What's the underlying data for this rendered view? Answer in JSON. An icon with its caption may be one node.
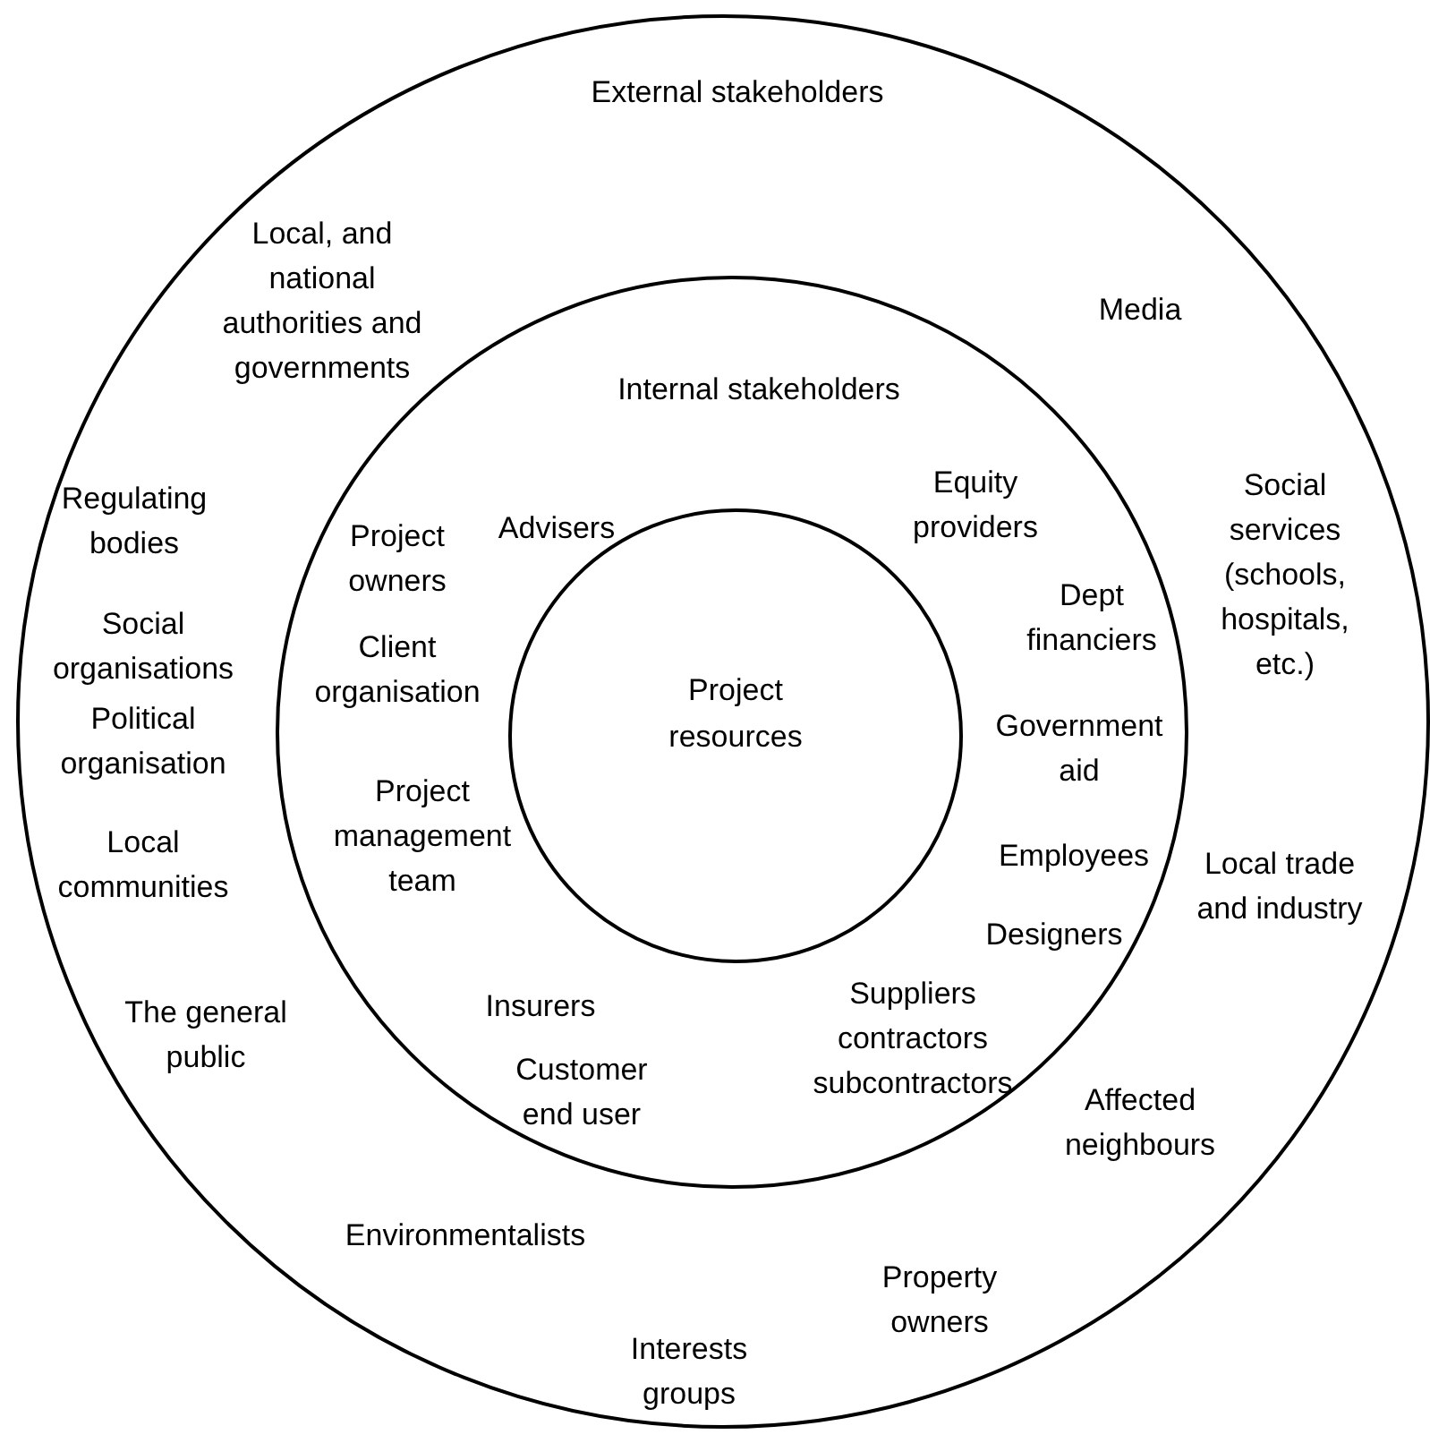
{
  "diagram": {
    "nodes": [
      {
        "text": [
          "External stakeholders"
        ]
      },
      {
        "text": [
          "Internal stakeholders"
        ],
        "in": 0
      },
      {
        "text": [
          "Project resources"
        ],
        "in": 1
      }
    ],
    "labels": [
      "Local, and national authorities and governments",
      "Media",
      "Regulating bodies",
      "Social services (schools, hospitals, etc.)",
      "Social organisations",
      "Political organisation",
      "Local communities",
      "Local trade and industry",
      "The general public",
      "Affected neighbours",
      "Environmentalists",
      "Property owners",
      "Interests groups",
      "Advisers",
      "Equity providers",
      "Project owners",
      "Dept financiers",
      "Client organisation",
      "Government aid",
      "Project management team",
      "Employees",
      "Designers",
      "Insurers",
      "Suppliers contractors subcontractors",
      "Customer end user"
    ]
  }
}
